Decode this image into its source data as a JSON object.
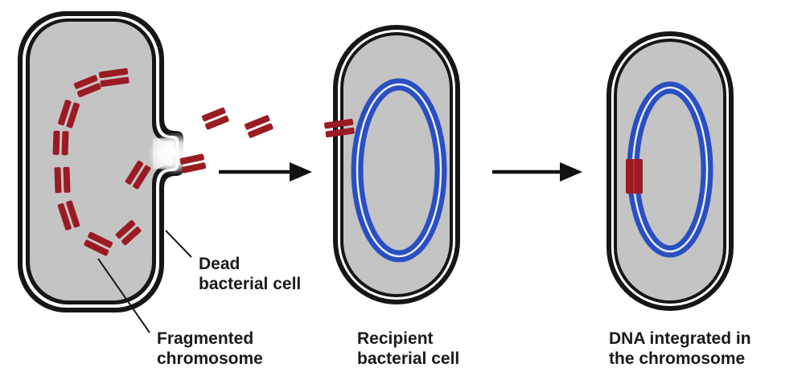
{
  "labels": {
    "dead_cell": {
      "line1": "Dead",
      "line2": "bacterial cell"
    },
    "fragmented_chromosome": {
      "line1": "Fragmented",
      "line2": "chromosome"
    },
    "recipient_cell": {
      "line1": "Recipient",
      "line2": "bacterial cell"
    },
    "integrated_dna": {
      "line1": "DNA integrated in",
      "line2": "the chromosome"
    }
  },
  "colors": {
    "cell_fill": "#c4c4c4",
    "cell_wall": "#161616",
    "cell_wall_inner": "#ffffff",
    "fragment": "#9b1b24",
    "chromosome": "#2a4fc2",
    "chromosome_inner_line": "#ffffff",
    "arrow": "#111111"
  },
  "icons": {
    "process_arrow": "right-arrow-icon"
  }
}
